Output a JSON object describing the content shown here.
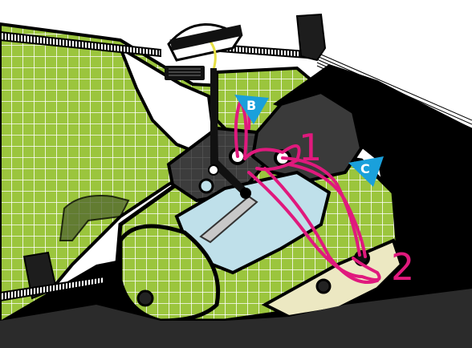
{
  "labels": {
    "step_1": "1",
    "step_2": "2",
    "point_b": "B",
    "point_c": "C"
  },
  "colors": {
    "fabric_green": "#9bc53d",
    "grid_line": "#ffffff",
    "outline": "#000000",
    "panel_dark": "#3a3a3a",
    "window_blue": "#bfe0ea",
    "cream_panel": "#ece8c2",
    "cord_magenta": "#e0197d",
    "marker_cyan": "#1aa0db",
    "hanger_grey": "#c8c8c8"
  },
  "icons": {
    "arrow_marker": "cyan-triangle-icon",
    "grommet": "eyelet-icon",
    "strap": "webbing-strap-icon"
  }
}
